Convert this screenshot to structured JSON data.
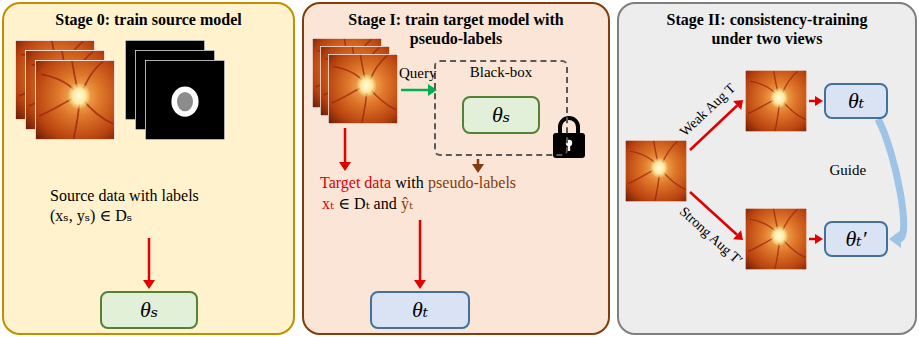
{
  "diagram": {
    "nodes": [
      {
        "text": [
          "Stage 0: train source model"
        ]
      },
      {
        "text": [
          "θₛ"
        ],
        "in": 0
      },
      {
        "text": [
          "Stage I: train target model with pseudo-labels"
        ]
      },
      {
        "text": [
          "Black-box"
        ],
        "in": 2
      },
      {
        "text": [
          "θₛ"
        ],
        "in": 3
      },
      {
        "text": [
          "θₜ"
        ],
        "in": 2
      },
      {
        "text": [
          "Stage II: consistency-training under two views"
        ]
      },
      {
        "text": [
          "θₜ"
        ],
        "in": 6
      },
      {
        "text": [
          "θₜ′"
        ],
        "in": 6
      }
    ],
    "edges": [
      {
        "from": 7,
        "to": 8,
        "arrow": "to",
        "label": "Guide"
      }
    ],
    "labels": [
      "Source data with labels (xₛ, yₛ) ∈ Dₛ",
      "Query",
      "Target data",
      "with",
      "pseudo-labels",
      "xₜ",
      "∈ Dₜ and",
      "ŷₜ",
      "Weak Aug T",
      "Strong Aug T′"
    ]
  }
}
